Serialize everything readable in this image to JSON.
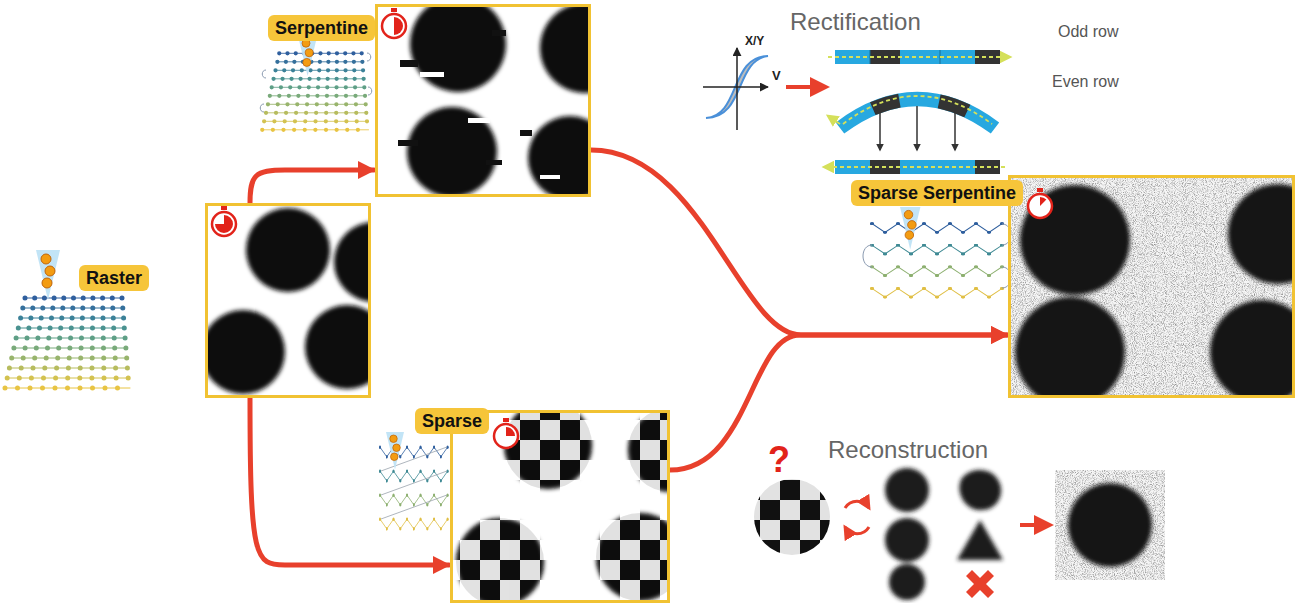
{
  "diagram": {
    "nodes": [
      {
        "text": [
          "Raster"
        ]
      },
      {
        "text": [
          "Serpentine"
        ]
      },
      {
        "text": [
          "Sparse"
        ]
      },
      {
        "text": [
          "Sparse Serpentine"
        ]
      }
    ],
    "edges": [
      {
        "from": 0,
        "to": 1,
        "arrow": "to"
      },
      {
        "from": 0,
        "to": 2,
        "arrow": "to"
      },
      {
        "from": 1,
        "to": 3,
        "arrow": "to"
      },
      {
        "from": 2,
        "to": 3,
        "arrow": "to"
      }
    ],
    "labels": [
      "Rectification",
      "X/Y",
      "V",
      "Odd row",
      "Even row",
      "Reconstruction",
      "?"
    ]
  }
}
